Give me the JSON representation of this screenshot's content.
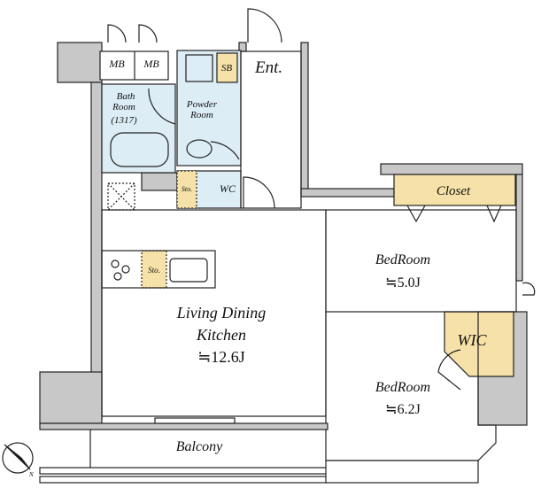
{
  "rooms": {
    "mb1": "MB",
    "mb2": "MB",
    "sb": "SB",
    "entrance": "Ent.",
    "bath_line1": "Bath",
    "bath_line2": "Room",
    "bath_line3": "(1317)",
    "powder_line1": "Powder",
    "powder_line2": "Room",
    "sto_wc": "Sto.",
    "wc": "WC",
    "sto_kitchen": "Sto.",
    "closet": "Closet",
    "bedroom1_name": "BedRoom",
    "bedroom1_size": "≒5.0J",
    "ldk_line1": "Living Dining",
    "ldk_line2": "Kitchen",
    "ldk_size": "≒12.6J",
    "wic": "WIC",
    "bedroom2_name": "BedRoom",
    "bedroom2_size": "≒6.2J",
    "balcony": "Balcony"
  },
  "compass": "N",
  "colors": {
    "wall": "#c8c8c8",
    "wet": "#dcedf5",
    "storage": "#f6e2a8"
  }
}
